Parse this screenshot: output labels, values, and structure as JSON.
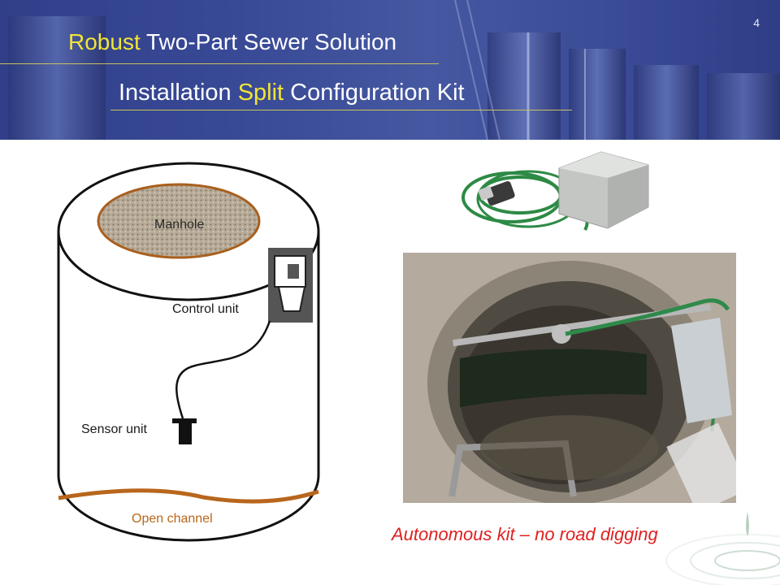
{
  "page_number": "4",
  "title_line1": {
    "highlight": "Robust",
    "rest": " Two-Part Sewer Solution"
  },
  "title_line2": {
    "before": "Installation ",
    "highlight": "Split",
    "after": " Configuration Kit"
  },
  "diagram": {
    "manhole_label": "Manhole",
    "control_unit_label": "Control unit",
    "sensor_unit_label": "Sensor unit",
    "open_channel_label": "Open channel"
  },
  "caption": "Autonomous kit – no road digging",
  "colors": {
    "banner_blue": "#3b4d9a",
    "highlight_yellow": "#f2e534",
    "channel_brown": "#b8661c",
    "caption_red": "#e02020"
  }
}
